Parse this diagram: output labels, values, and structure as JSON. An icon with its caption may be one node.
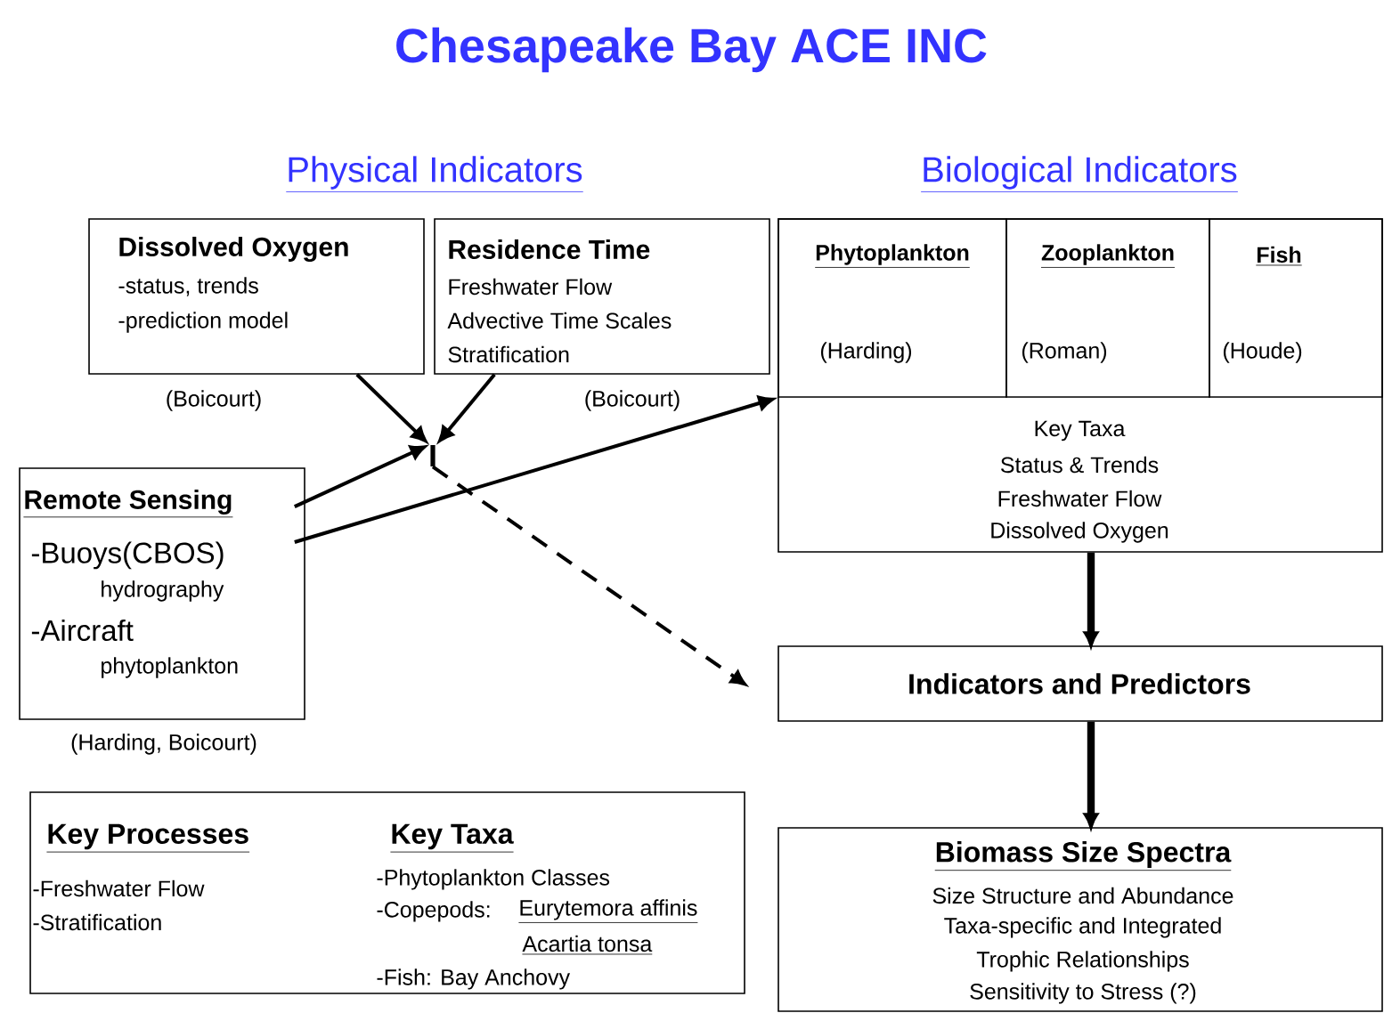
{
  "diagram": {
    "title": "Chesapeake Bay ACE INC",
    "nodes": [
      {
        "text": [
          "Dissolved Oxygen",
          "-status, trends",
          "-prediction model"
        ],
        "beside": [
          "(Boicourt)"
        ]
      },
      {
        "text": [
          "Residence Time",
          "Freshwater Flow",
          "Advective Time Scales",
          "Stratification"
        ],
        "beside": [
          "(Boicourt)"
        ]
      },
      {
        "text": [
          "Key Taxa",
          "Status & Trends",
          "Freshwater Flow",
          "Dissolved Oxygen"
        ]
      },
      {
        "text": [
          "Phytoplankton",
          "(Harding)"
        ],
        "in": 2
      },
      {
        "text": [
          "Zooplankton",
          "(Roman)"
        ],
        "in": 2
      },
      {
        "text": [
          "Fish",
          "(Houde)"
        ],
        "in": 2
      },
      {
        "text": [],
        "shape": "bar"
      },
      {
        "text": [
          "Remote Sensing",
          "-Buoys(CBOS)",
          "hydrography",
          "-Aircraft",
          "phytoplankton"
        ],
        "beside": [
          "(Harding, Boicourt)"
        ]
      },
      {
        "text": [
          "Indicators and Predictors"
        ]
      },
      {
        "text": [
          "Key Processes",
          "-Freshwater Flow",
          "-Stratification",
          "Key Taxa",
          "-Phytoplankton Classes",
          "-Copepods:",
          "Eurytemora affinis",
          "Acartia tonsa",
          "-Fish: Bay Anchovy"
        ]
      },
      {
        "text": [
          "Biomass Size Spectra",
          "Size Structure and Abundance",
          "Taxa-specific and Integrated",
          "Trophic Relationships",
          "Sensitivity to Stress (?)"
        ]
      }
    ],
    "edges": [
      {
        "from": 0,
        "to": 6,
        "arrow": "to"
      },
      {
        "from": 1,
        "to": 6,
        "arrow": "to"
      },
      {
        "from": 7,
        "to": 6,
        "arrow": "to"
      },
      {
        "from": 7,
        "to": 3,
        "arrow": "to"
      },
      {
        "from": 6,
        "to": 8,
        "arrow": "to",
        "style": "dashed"
      },
      {
        "from": 2,
        "to": 8,
        "arrow": "to",
        "style": "thick"
      },
      {
        "from": 8,
        "to": 10,
        "arrow": "to",
        "style": "thick"
      }
    ],
    "labels": [
      "Physical Indicators",
      "Biological Indicators"
    ]
  }
}
